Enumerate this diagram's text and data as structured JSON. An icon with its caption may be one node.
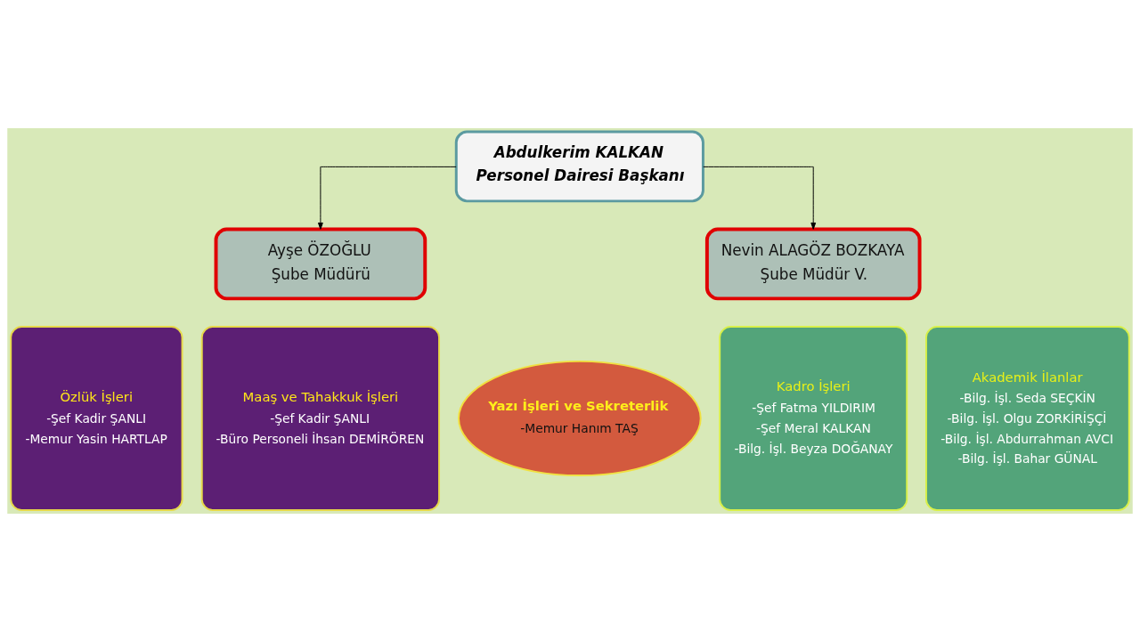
{
  "diagram": {
    "nodes": [
      {
        "text": [
          "Abdulkerim KALKAN",
          "Personel Dairesi Başkanı"
        ]
      },
      {
        "text": [
          "Ayşe ÖZOĞLU",
          "Şube Müdürü"
        ]
      },
      {
        "text": [
          "Nevin ALAGÖZ BOZKAYA",
          "Şube Müdür V."
        ]
      },
      {
        "text": [
          "Özlük İşleri",
          "-Şef Kadir ŞANLI",
          "-Memur Yasin HARTLAP"
        ]
      },
      {
        "text": [
          "Maaş ve Tahakkuk İşleri",
          "-Şef Kadir ŞANLI",
          "-Büro Personeli İhsan DEMİRÖREN"
        ]
      },
      {
        "text": [
          "Yazı İşleri ve Sekreterlik",
          "-Memur Hanım TAŞ"
        ]
      },
      {
        "text": [
          "Kadro İşleri",
          "-Şef Fatma YILDIRIM",
          "-Şef Meral KALKAN",
          "-Bilg. İşl. Beyza DOĞANAY"
        ]
      },
      {
        "text": [
          "Akademik İlanlar",
          "-Bilg. İşl. Seda SEÇKİN",
          "-Bilg. İşl. Olgu ZORKİRİŞÇİ",
          "-Bilg. İşl. Abdurrahman AVCI",
          "-Bilg. İşl. Bahar GÜNAL"
        ]
      }
    ],
    "edges": [
      {
        "from": 0,
        "to": 1,
        "arrow": "to"
      },
      {
        "from": 0,
        "to": 2,
        "arrow": "to"
      }
    ]
  }
}
